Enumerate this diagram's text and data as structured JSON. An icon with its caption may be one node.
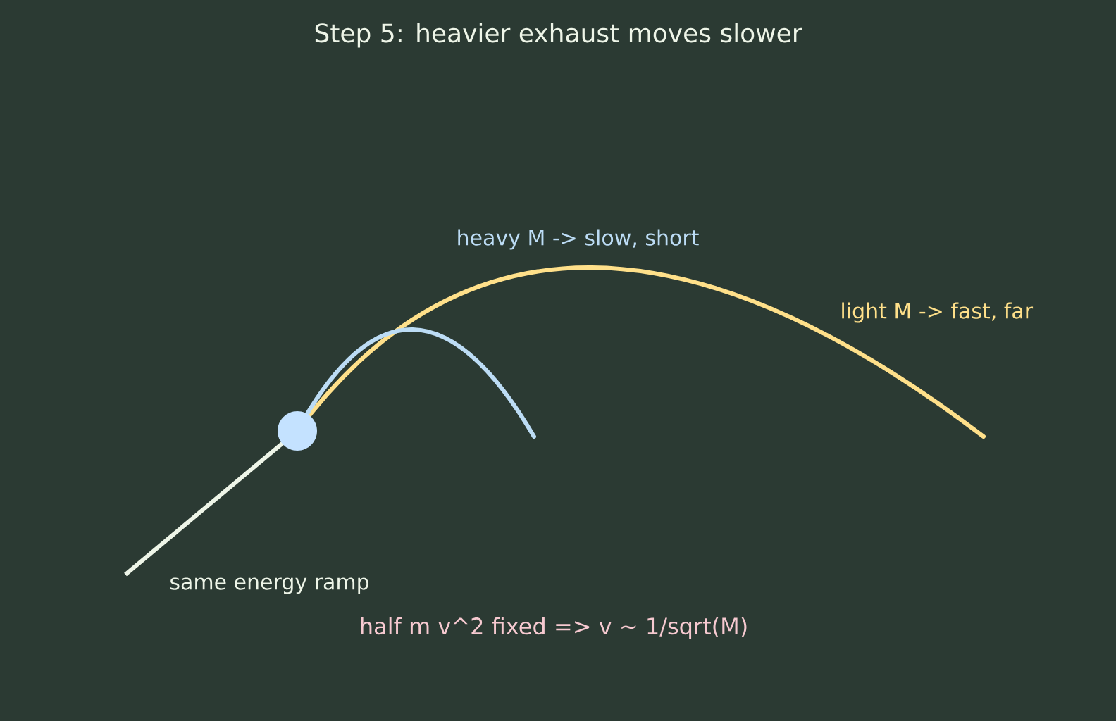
{
  "diagram": {
    "title": "Step 5: heavier exhaust moves slower",
    "labels": [
      "heavy M -> slow, short",
      "light M -> fast, far",
      "same energy ramp",
      "half m v^2 fixed  =>  v ~ 1/sqrt(M)"
    ]
  }
}
